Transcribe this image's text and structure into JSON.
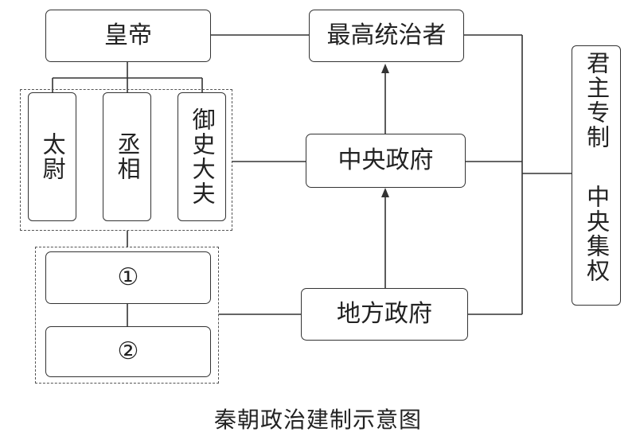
{
  "nodes": {
    "emperor": "皇帝",
    "supreme_ruler": "最高统治者",
    "taiwei": "太尉",
    "chengxiang": "丞相",
    "yushi_dafu": "御史大夫",
    "central_gov": "中央政府",
    "local_gov": "地方政府",
    "local_1": "①",
    "local_2": "②",
    "side_label_1": "君主专制",
    "side_label_2": "中央集权"
  },
  "caption": "秦朝政治建制示意图"
}
